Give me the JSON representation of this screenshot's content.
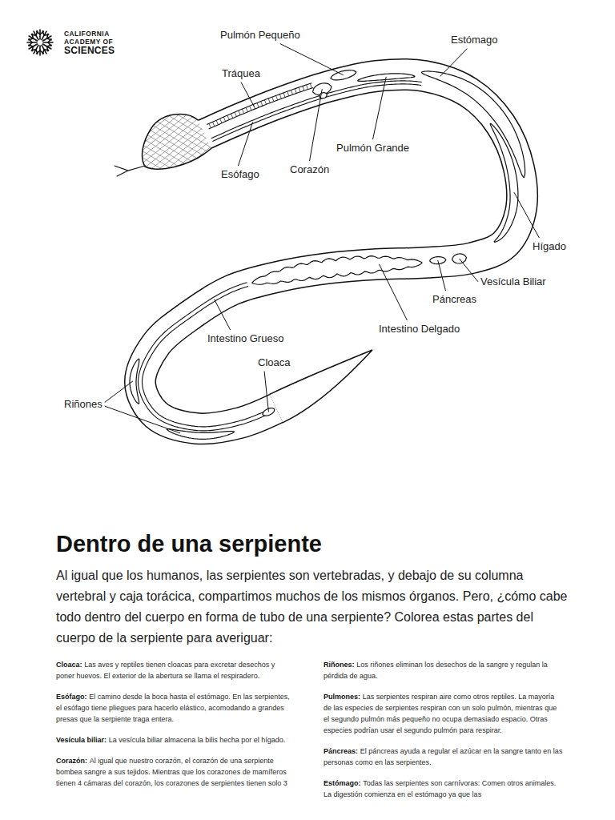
{
  "diagram": {
    "title": "Dentro de una serpiente",
    "labels": [
      "CALIFORNIA",
      "ACADEMY OF",
      "SCIENCES",
      "Pulmón Pequeño",
      "Estómago",
      "Tráquea",
      "Pulmón Grande",
      "Corazón",
      "Esófago",
      "Hígado",
      "Vesícula Biliar",
      "Páncreas",
      "Intestino Delgado",
      "Intestino Grueso",
      "Cloaca",
      "Riñones",
      "Al igual que los humanos, las serpientes son vertebradas, y debajo de su columna vertebral y caja torácica, compartimos muchos de los mismos órganos. Pero, ¿cómo cabe todo dentro del cuerpo en forma de tubo de una serpiente? Colorea estas partes del cuerpo de la serpiente para averiguar:",
      "Cloaca:",
      "Las aves y reptiles tienen cloacas para excretar desechos y poner huevos. El exterior de la abertura se llama el respiradero.",
      "Esófago:",
      "El camino desde la boca hasta el estómago. En las serpientes, el esófago tiene pliegues para hacerlo elástico, acomodando a grandes presas que la serpiente traga entera.",
      "Vesícula biliar:",
      "La vesícula biliar almacena la bilis hecha por el hígado.",
      "Corazón:",
      "Al igual que nuestro corazón, el corazón de una serpiente bombea sangre a sus tejidos. Mientras que los corazones de mamíferos tienen 4 cámaras del corazón, los corazones de serpientes tienen solo 3",
      "Riñones:",
      "Los riñones eliminan los desechos de la sangre y regulan la pérdida de agua.",
      "Pulmones:",
      "Las serpientes respiran aire como otros reptiles. La mayoría de las especies de serpientes respiran con un solo pulmón, mientras que el segundo pulmón más pequeño no ocupa demasiado espacio. Otras especies podrían usar el segundo pulmón para respirar.",
      "Páncreas:",
      "El páncreas ayuda a regular el azúcar en la sangre tanto en las personas como en las serpientes.",
      "Estómago:",
      "Todas las serpientes son carnívoras: Comen otros animales. La digestión comienza en el estómago ya que las"
    ]
  }
}
